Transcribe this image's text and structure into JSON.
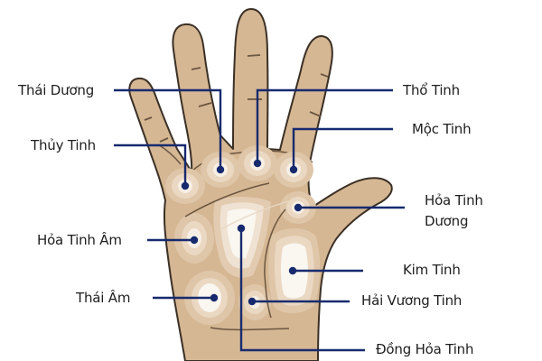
{
  "diagram": {
    "type": "palmistry-mounts",
    "colors": {
      "skin": "#d5b793",
      "skin_mid": "#e2cbb0",
      "skin_light": "#efe2d2",
      "mount_center": "#faf6f0",
      "outline": "#3b3026",
      "crease": "#6b5640",
      "leader_line": "#172a6e",
      "text": "#1e1e1e",
      "background": "#ffffff"
    },
    "labels": {
      "thai_duong": "Thái Dương",
      "thuy_tinh": "Thủy Tinh",
      "hoa_tinh_am": "Hỏa Tinh Âm",
      "thai_am": "Thái Âm",
      "tho_tinh": "Thổ Tinh",
      "moc_tinh": "Mộc Tinh",
      "hoa_tinh_duong_line1": "Hỏa Tinh",
      "hoa_tinh_duong_line2": "Dương",
      "kim_tinh": "Kim Tinh",
      "hai_vuong_tinh": "Hải Vương Tinh",
      "dong_hoa_tinh": "Đồng Hỏa Tinh"
    }
  }
}
